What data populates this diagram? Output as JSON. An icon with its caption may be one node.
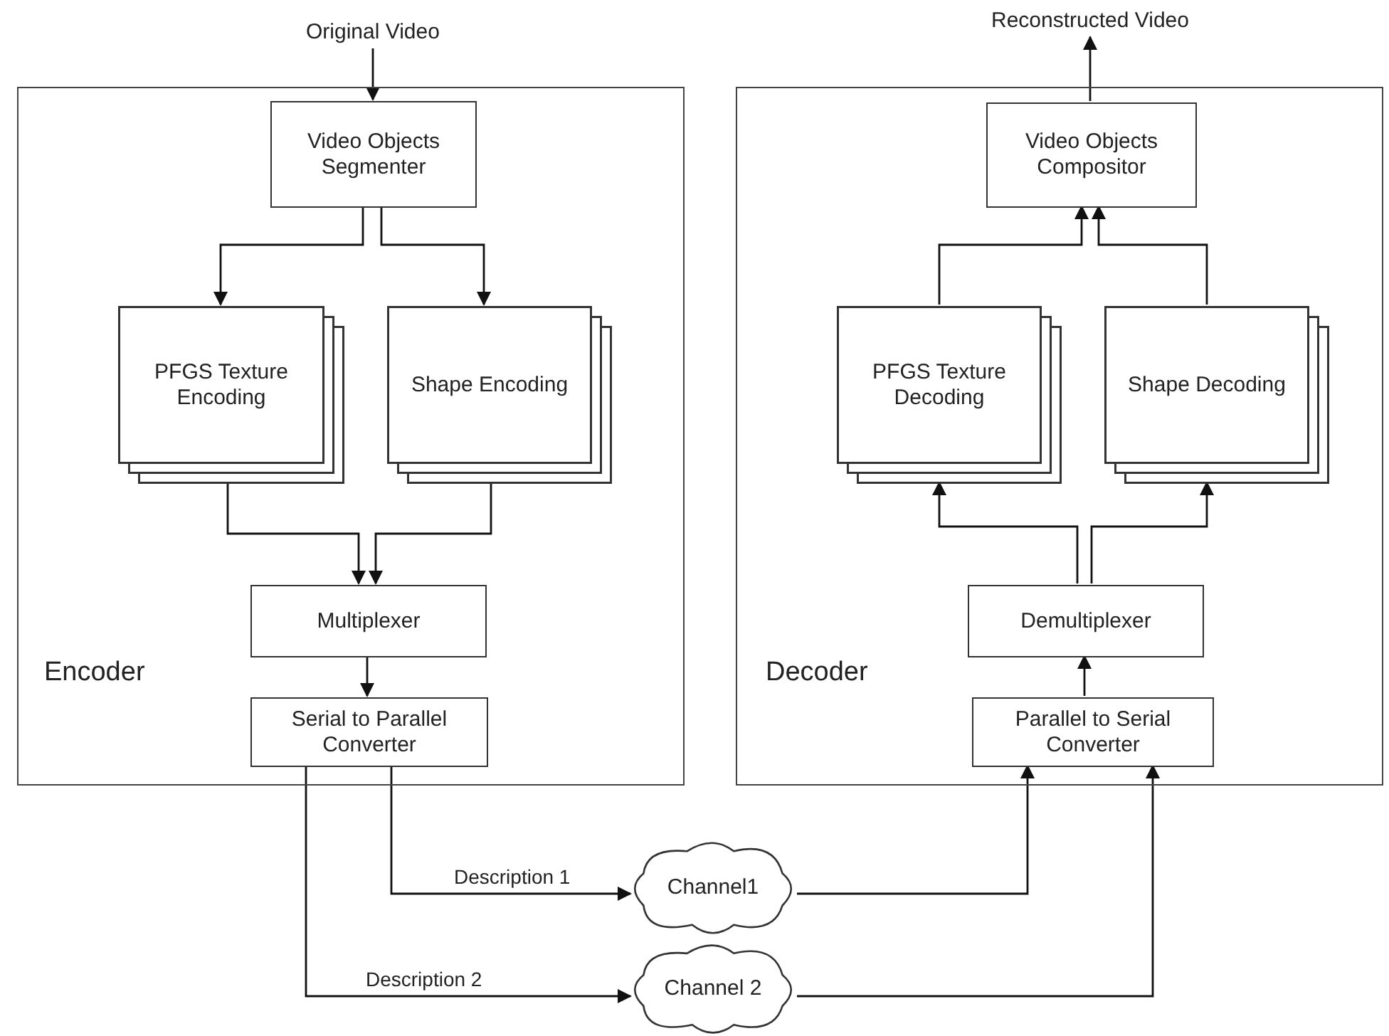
{
  "diagram": {
    "nodes": [
      {
        "text": [
          "Original Video"
        ]
      },
      {
        "text": [
          "Encoder"
        ]
      },
      {
        "text": [
          "Video Objects Segmenter"
        ],
        "in": 1
      },
      {
        "text": [
          "PFGS Texture Encoding"
        ],
        "in": 1
      },
      {
        "text": [
          "Shape Encoding"
        ],
        "in": 1
      },
      {
        "text": [
          "Multiplexer"
        ],
        "in": 1
      },
      {
        "text": [
          "Serial to Parallel Converter"
        ],
        "in": 1
      },
      {
        "text": [
          "Reconstructed Video"
        ]
      },
      {
        "text": [
          "Decoder"
        ]
      },
      {
        "text": [
          "Video Objects Compositor"
        ],
        "in": 8
      },
      {
        "text": [
          "PFGS Texture Decoding"
        ],
        "in": 8
      },
      {
        "text": [
          "Shape Decoding"
        ],
        "in": 8
      },
      {
        "text": [
          "Demultiplexer"
        ],
        "in": 8
      },
      {
        "text": [
          "Parallel to Serial Converter"
        ],
        "in": 8
      },
      {
        "text": [
          "Channel1"
        ]
      },
      {
        "text": [
          "Channel 2"
        ]
      }
    ],
    "edges": [
      {
        "from": 0,
        "to": 2,
        "arrow": "to"
      },
      {
        "from": 2,
        "to": 3,
        "arrow": "to"
      },
      {
        "from": 2,
        "to": 4,
        "arrow": "to"
      },
      {
        "from": 3,
        "to": 5,
        "arrow": "to"
      },
      {
        "from": 4,
        "to": 5,
        "arrow": "to"
      },
      {
        "from": 5,
        "to": 6,
        "arrow": "to"
      },
      {
        "from": 6,
        "to": 14,
        "arrow": "to",
        "label": "Description 1"
      },
      {
        "from": 6,
        "to": 15,
        "arrow": "to",
        "label": "Description 2"
      },
      {
        "from": 14,
        "to": 13,
        "arrow": "to"
      },
      {
        "from": 15,
        "to": 13,
        "arrow": "to"
      },
      {
        "from": 13,
        "to": 12,
        "arrow": "to"
      },
      {
        "from": 12,
        "to": 10,
        "arrow": "to"
      },
      {
        "from": 12,
        "to": 11,
        "arrow": "to"
      },
      {
        "from": 10,
        "to": 9,
        "arrow": "to"
      },
      {
        "from": 11,
        "to": 9,
        "arrow": "to"
      },
      {
        "from": 9,
        "to": 7,
        "arrow": "to"
      }
    ]
  }
}
